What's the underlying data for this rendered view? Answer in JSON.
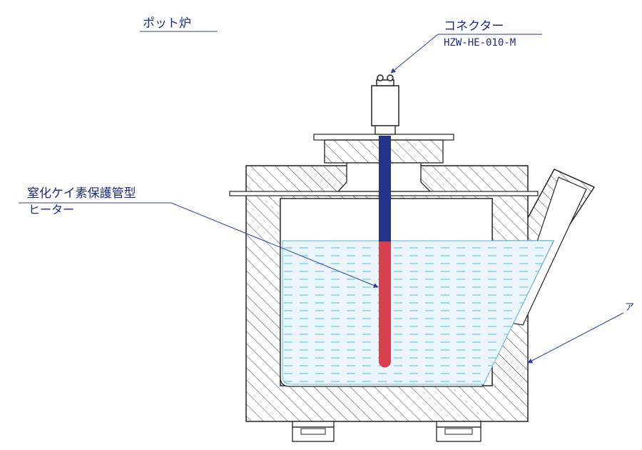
{
  "diagram": {
    "title": "ポット炉",
    "connector_label": "コネクター",
    "connector_code": "HZW-HE-010-M",
    "heater_label_line1": "窒化ケイ素保護管型",
    "heater_label_line2": "ヒーター",
    "edge_fragment": "ア"
  },
  "colors": {
    "outline": "#222222",
    "hatch": "#444444",
    "leader": "#2a3fa0",
    "liquid_line": "#5bb8e6",
    "liquid_fill": "#eaf6fc",
    "tube_upper": "#25348a",
    "tube_lower": "#d8404e"
  }
}
